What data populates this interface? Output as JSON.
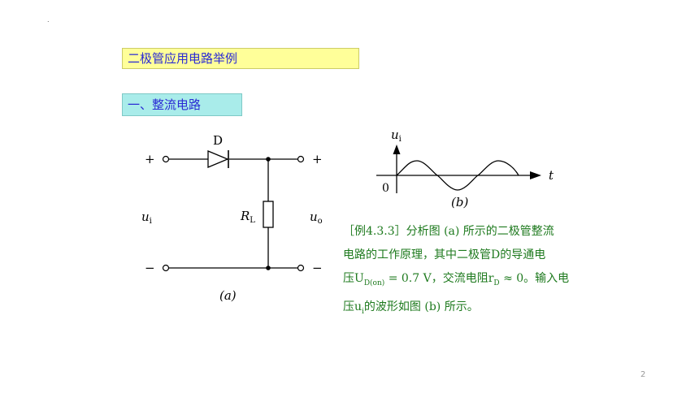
{
  "slide": {
    "title": "二极管应用电路举例",
    "subtitle": "一、整流电路",
    "page_number": "2",
    "stray_mark": "."
  },
  "circuit": {
    "diode_label": "D",
    "input_plus": "+",
    "input_minus": "−",
    "output_plus": "+",
    "output_minus": "−",
    "input_label": "u",
    "input_sub": "i",
    "output_label": "u",
    "output_sub": "o",
    "resistor_label": "R",
    "resistor_sub": "L",
    "caption": "(a)"
  },
  "waveform": {
    "y_label": "u",
    "y_sub": "i",
    "x_label": "t",
    "origin": "0",
    "caption": "(b)"
  },
  "description": {
    "line1": "［例4.3.3］分析图 (a) 所示的二极管整流",
    "line2": "电路的工作原理，其中二极管D的导通电",
    "line3_a": "压U",
    "line3_sub1": "D(on)",
    "line3_b": " = 0.7 V，交流电阻r",
    "line3_sub2": "D",
    "line3_c": " ≈ 0。输入电",
    "line4_a": "压u",
    "line4_sub": "i",
    "line4_b": "的波形如图 (b) 所示。"
  },
  "colors": {
    "title_bg": "#ffff99",
    "subtitle_bg": "#a9ecea",
    "heading_text": "#2a2ad4",
    "description_text": "#1e7a1e"
  }
}
